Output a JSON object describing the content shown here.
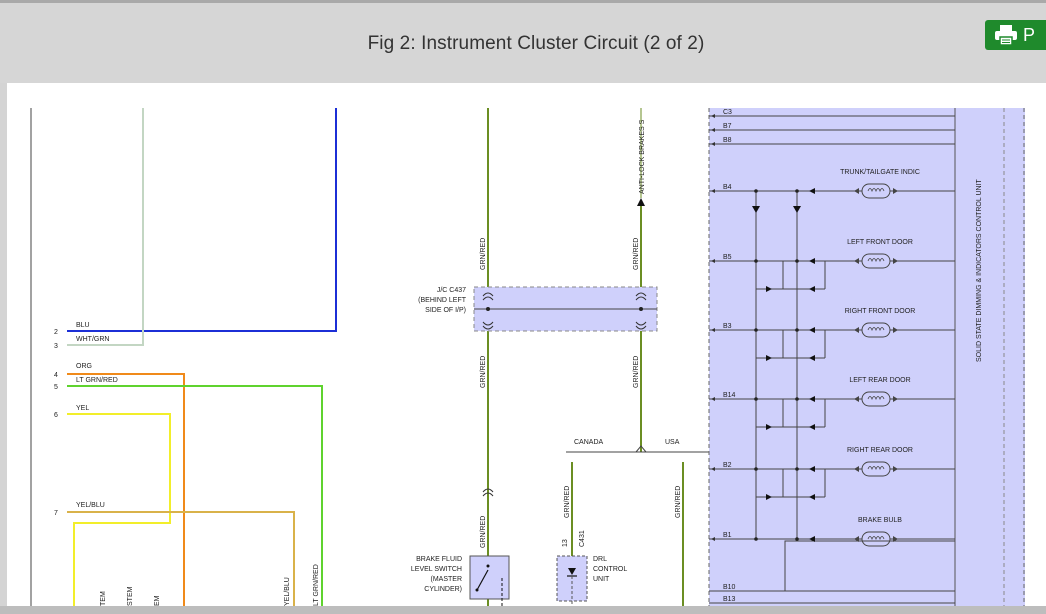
{
  "header": {
    "title": "Fig 2: Instrument Cluster Circuit (2 of 2)",
    "print_label": "P",
    "print_icon": "printer-icon",
    "accent": "#1f8a2c"
  },
  "left_wires": [
    {
      "pin": "2",
      "label": "BLU",
      "color": "#1c2fd6"
    },
    {
      "pin": "3",
      "label": "WHT/GRN",
      "color": "#c3d6c3"
    },
    {
      "pin": "4",
      "label": "ORG",
      "color": "#f08a1a"
    },
    {
      "pin": "5",
      "label": "LT GRN/RED",
      "color": "#5fd32e"
    },
    {
      "pin": "6",
      "label": "YEL",
      "color": "#f2ee2a"
    },
    {
      "pin": "7",
      "label": "YEL/BLU",
      "color": "#d9b24a"
    }
  ],
  "bottom_labels": [
    "TEM",
    "STEM",
    "EM",
    "YEL/BLU",
    "LT GRN/RED"
  ],
  "center": {
    "wire_labels": [
      "GRN/RED",
      "GRN/RED",
      "GRN/RED",
      "GRN/RED",
      "GRN/RED",
      "GRN/RED",
      "GRN/RED"
    ],
    "anti_lock_label": "ANTI-LOCK BRAKES S",
    "junction_label": [
      "J/C C437",
      "(BEHIND LEFT",
      "SIDE OF I/P)"
    ],
    "canada": "CANADA",
    "usa": "USA",
    "brake_fluid": [
      "BRAKE FLUID",
      "LEVEL SWITCH",
      "(MASTER",
      "CYLINDER)"
    ],
    "drl_pin": "13",
    "drl_connector": "C431",
    "drl": [
      "DRL",
      "CONTROL",
      "UNIT"
    ]
  },
  "module": {
    "name": "SOLID STATE DIMMING & INDICATORS CONTROL UNIT",
    "pins_top": [
      "C3",
      "B7",
      "B8"
    ],
    "indicators": [
      {
        "pin": "B4",
        "label": "TRUNK/TAILGATE INDIC"
      },
      {
        "pin": "B5",
        "label": "LEFT FRONT DOOR"
      },
      {
        "pin": "B3",
        "label": "RIGHT FRONT DOOR"
      },
      {
        "pin": "B14",
        "label": "LEFT REAR DOOR"
      },
      {
        "pin": "B2",
        "label": "RIGHT REAR DOOR"
      },
      {
        "pin": "B1",
        "label": "BRAKE BULB"
      }
    ],
    "pins_bottom": [
      "B10",
      "B13"
    ],
    "fill": "#cfd0fb"
  },
  "wire_green": "#6b8e23"
}
